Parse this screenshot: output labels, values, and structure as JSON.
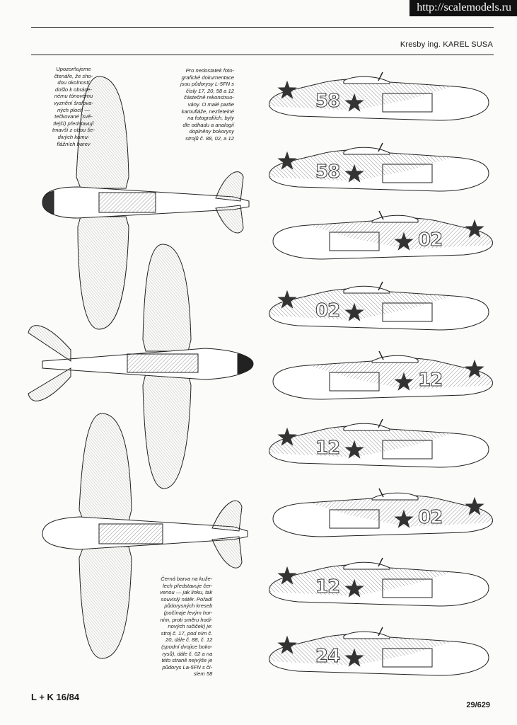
{
  "watermark": "http://scalemodels.ru",
  "header": {
    "credit": "Kresby ing. KAREL SUSA"
  },
  "notes": {
    "camouflage": "Upozorňujeme\nčtenáře, že sho-\ndou okolností\ndošlo k obráce-\nnému tónovému\nvyznění šrafova-\nných ploch —\ntečkované (svě-\ntlejší) představují\ntmavší z obou še-\ndivých kamu-\nflážních barev",
    "documentation": "Pro nedostatek foto-\ngrafické dokumentace\njsou půdorysy L-5FN s\nčísly 17, 20, 58 a 12\nčástečně rekonstruo-\nvány. O malé partie\nkamufláže, nezřetelné\nna fotografiích, byly\ndle odhadu a analogií\ndoplněny bokorysy\nstrojů č. 88, 02, a 12",
    "colors": "Černá barva na kuže-\nlech představuje čer-\nvenou — jak linku, tak\nsouvislý nátěr. Pořadí\npůdorysných kreseb\n(počínaje levým hor-\nním, proti směru hodi-\nnových ručiček) je:\nstroj č. 17, pod ním č.\n20, dále č. 88, č. 12\n(spodní dvojice boko-\nrysů), dále č. 02 a na\ntéto straně nejvýše je\npůdorys La-5FN s čí-\nslem 58"
  },
  "profiles": [
    {
      "number": "58",
      "nose": "right"
    },
    {
      "number": "58",
      "nose": "right"
    },
    {
      "number": "02",
      "nose": "left"
    },
    {
      "number": "02",
      "nose": "right"
    },
    {
      "number": "12",
      "nose": "left"
    },
    {
      "number": "12",
      "nose": "right"
    },
    {
      "number": "02",
      "nose": "left"
    },
    {
      "number": "12",
      "nose": "right"
    },
    {
      "number": "24",
      "nose": "right"
    }
  ],
  "footer": {
    "left": "L + K 16/84",
    "right": "29/629"
  }
}
